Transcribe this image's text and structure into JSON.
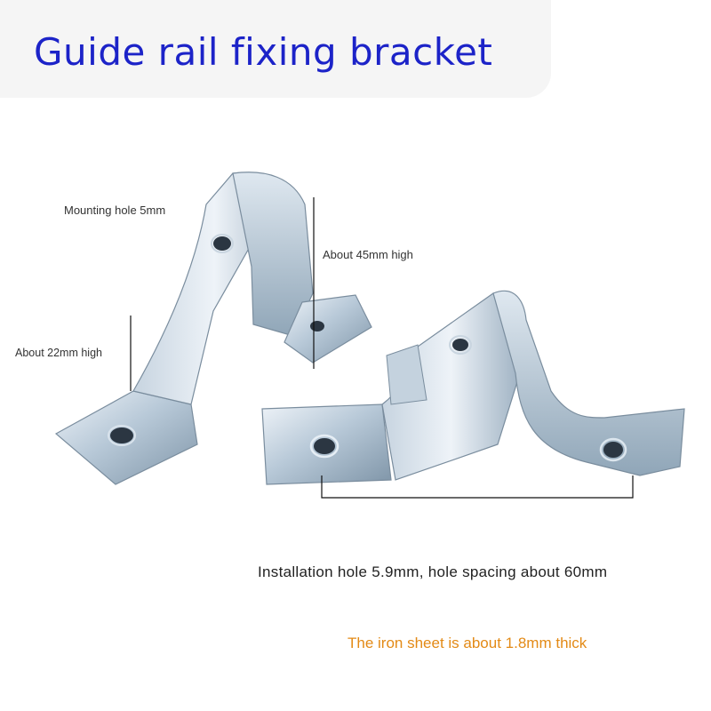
{
  "title": "Guide rail fixing bracket",
  "annotations": {
    "mounting_hole": "Mounting hole 5mm",
    "height_45": "About 45mm high",
    "height_22": "About 22mm high",
    "installation": "Installation hole 5.9mm, hole spacing about 60mm",
    "thickness": "The iron sheet is about 1.8mm thick"
  },
  "colors": {
    "title": "#1c23c8",
    "thickness_note": "#e38a16",
    "metal_light": "#dde6ef",
    "metal_mid": "#a9bccc",
    "metal_dark": "#6f8699"
  }
}
